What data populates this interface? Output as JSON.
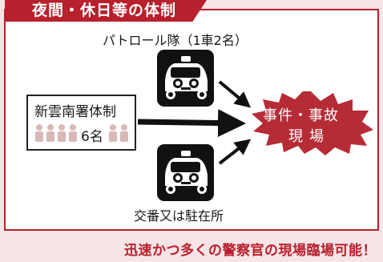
{
  "title": "夜間・休日等の体制",
  "patrol": {
    "label": "パトロール隊（1車2名）"
  },
  "station_unit": {
    "title": "新雲南署体制",
    "count": "6名"
  },
  "incident": {
    "line1": "事件・事故",
    "line2": "現場"
  },
  "koban": {
    "label": "交番又は駐在所"
  },
  "conclusion": "迅速かつ多くの警察官の現場臨場可能！",
  "colors": {
    "accent": "#b8202d",
    "background": "#f6e4e6",
    "burst": "#b52b36",
    "staff_icon": "#d9b8b8",
    "arrow": "#111111"
  },
  "icons": [
    "police-car-icon",
    "staff-people-icon",
    "explosion-burst-icon",
    "arrow-icon"
  ]
}
